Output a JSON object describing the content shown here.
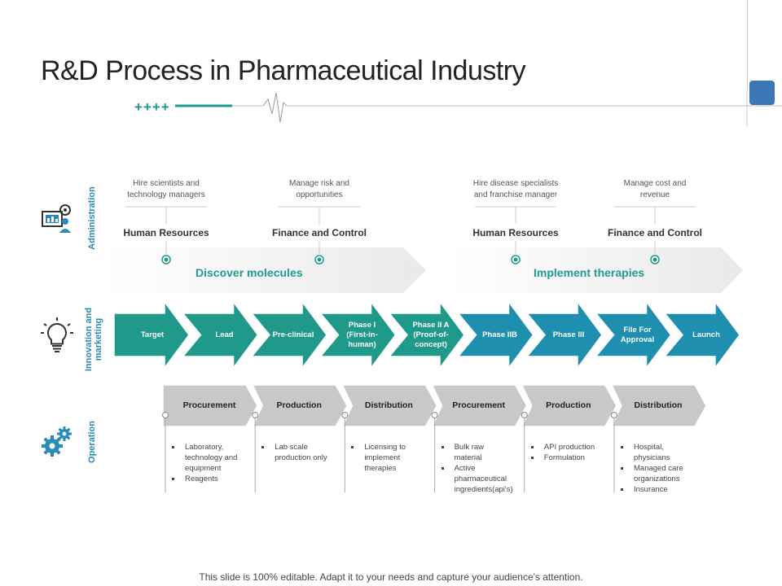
{
  "title": "R&D Process in Pharmaceutical Industry",
  "decor_plus": "++++",
  "row_labels": {
    "administration": "Administration",
    "innovation_line1": "Innovation and",
    "innovation_line2": "marketing",
    "operation": "Operation"
  },
  "administration": {
    "items": [
      {
        "desc_line1": "Hire scientists  and",
        "desc_line2": "technology managers",
        "heading": "Human Resources"
      },
      {
        "desc_line1": "Manage risk and",
        "desc_line2": "opportunities",
        "heading": "Finance and Control"
      },
      {
        "desc_line1": "Hire disease specialists",
        "desc_line2": "and franchise manager",
        "heading": "Human Resources"
      },
      {
        "desc_line1": "Manage cost and",
        "desc_line2": "revenue",
        "heading": "Finance and Control"
      }
    ],
    "bands": [
      "Discover molecules",
      "Implement therapies"
    ]
  },
  "stages": [
    "Target",
    "Lead",
    "Pre-clinical",
    "Phase I (First-in-human)",
    "Phase II A (Proof-of-concept)",
    "Phase IIB",
    "Phase III",
    "File For Approval",
    "Launch"
  ],
  "operations": [
    {
      "label": "Procurement",
      "items": [
        "Laboratory, technology and equipment",
        "Reagents"
      ]
    },
    {
      "label": "Production",
      "items": [
        "Lab scale production only"
      ]
    },
    {
      "label": "Distribution",
      "items": [
        "Licensing to implement therapies"
      ]
    },
    {
      "label": "Procurement",
      "items": [
        "Bulk raw material",
        "Active pharmaceutical ingredients(api's)"
      ]
    },
    {
      "label": "Production",
      "items": [
        "API production",
        "Formulation"
      ]
    },
    {
      "label": "Distribution",
      "items": [
        "Hospital, physicians",
        "Managed care organizations",
        "Insurance"
      ]
    }
  ],
  "colors": {
    "teal": "#1f9a8a",
    "blue": "#1f8fb0",
    "gray_chevron": "#c8c8c8",
    "accent_square": "#3b78b5"
  },
  "icons": [
    "computer-user-icon",
    "lightbulb-icon",
    "gears-icon"
  ],
  "footer": "This slide is 100% editable. Adapt it to your needs and capture your audience's attention."
}
